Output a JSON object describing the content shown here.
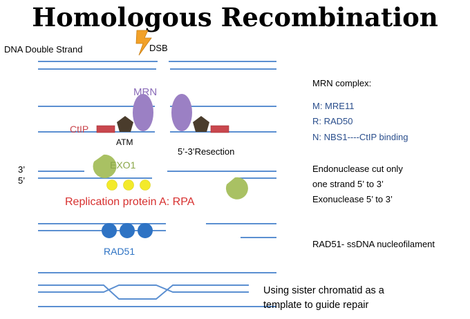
{
  "title": "Homologous Recombination",
  "labels": {
    "dna_double_strand": "DNA Double Strand",
    "dsb": "DSB",
    "mrn": "MRN",
    "ctip": "CtIP",
    "atm": "ATM",
    "resection": "5’-3’Resection",
    "end_3": "3’",
    "end_5": "5’",
    "exo1": "EXO1",
    "rpa": "Replication protein A: RPA",
    "rad51": "RAD51"
  },
  "notes": {
    "mrn_heading": "MRN complex:",
    "mrn_m": "M: MRE11",
    "mrn_r": "R:  RAD50",
    "mrn_n": "N: NBS1----CtIP binding",
    "endo_1": "Endonuclease cut only",
    "endo_2": "one strand 5’ to 3’",
    "endo_3": "Exonuclease 5’ to 3’",
    "rad51_filament": "RAD51- ssDNA nucleofilament",
    "sister_1": "Using sister chromatid as a",
    "sister_2": "template to guide repair"
  },
  "colors": {
    "dna": "#5b8fd1",
    "mrn": "#9b80c4",
    "atm": "#4a3c2c",
    "ctip": "#c9474e",
    "exo1": "#a9c163",
    "rpa": "#f3ea2a",
    "rad51": "#2e73c4",
    "red_text": "#d7302f",
    "blue_text": "#2a4e8c",
    "bolt": "#f2a128"
  }
}
